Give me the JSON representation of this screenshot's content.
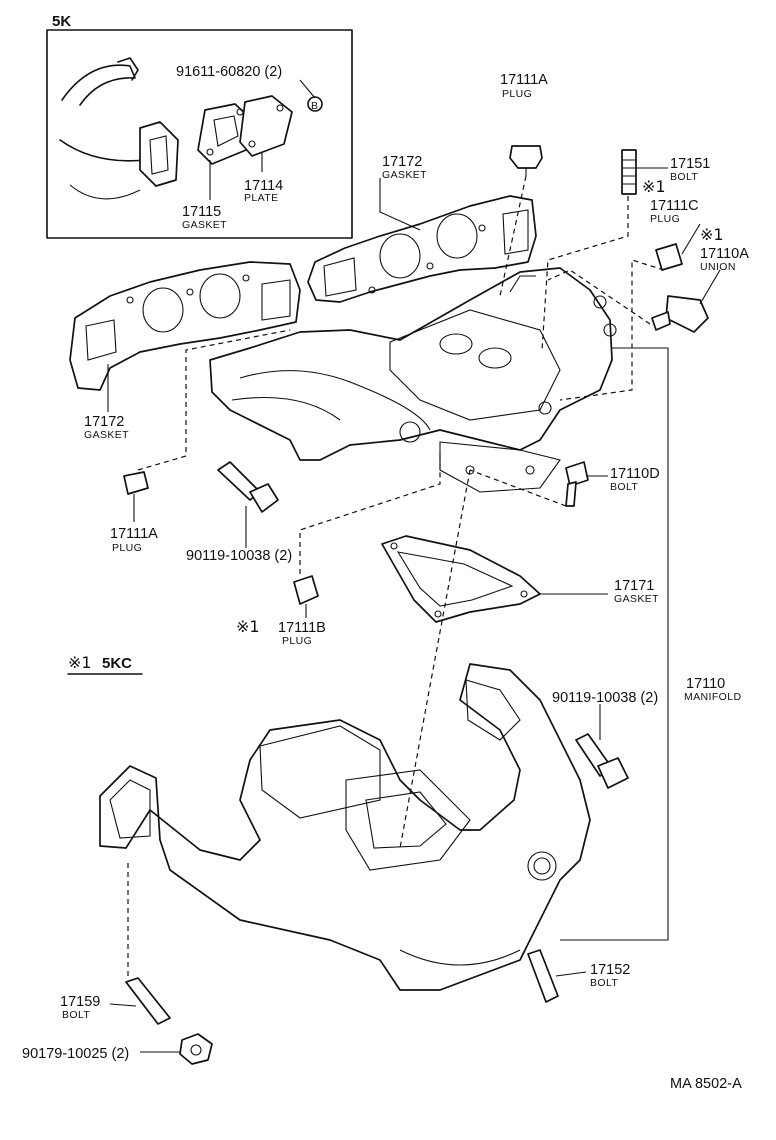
{
  "inset": {
    "title": "5K"
  },
  "variant_label": {
    "mark": "※1",
    "text": "5KC"
  },
  "callouts": [
    {
      "id": "c-91611",
      "number": "91611-60820 (2)",
      "name": ""
    },
    {
      "id": "c-17114",
      "number": "17114",
      "name": "PLATE"
    },
    {
      "id": "c-17115",
      "number": "17115",
      "name": "GASKET"
    },
    {
      "id": "c-17111a-top",
      "number": "17111A",
      "name": "PLUG"
    },
    {
      "id": "c-17172-top",
      "number": "17172",
      "name": "GASKET"
    },
    {
      "id": "c-17151",
      "number": "17151",
      "name": "BOLT"
    },
    {
      "id": "c-17111c",
      "number": "17111C",
      "name": "PLUG",
      "mark": "※1"
    },
    {
      "id": "c-17110a",
      "number": "17110A",
      "name": "UNION",
      "mark": "※1"
    },
    {
      "id": "c-17172-left",
      "number": "17172",
      "name": "GASKET"
    },
    {
      "id": "c-17110d",
      "number": "17110D",
      "name": "BOLT"
    },
    {
      "id": "c-17111a-left",
      "number": "17111A",
      "name": "PLUG"
    },
    {
      "id": "c-90119-upper",
      "number": "90119-10038 (2)",
      "name": ""
    },
    {
      "id": "c-17111b",
      "number": "17111B",
      "name": "PLUG",
      "mark": "※1"
    },
    {
      "id": "c-17171",
      "number": "17171",
      "name": "GASKET"
    },
    {
      "id": "c-17110",
      "number": "17110",
      "name": "MANIFOLD"
    },
    {
      "id": "c-90119-lower",
      "number": "90119-10038 (2)",
      "name": ""
    },
    {
      "id": "c-17152",
      "number": "17152",
      "name": "BOLT"
    },
    {
      "id": "c-17159",
      "number": "17159",
      "name": "BOLT"
    },
    {
      "id": "c-90179",
      "number": "90179-10025 (2)",
      "name": ""
    }
  ],
  "marker_b": "B",
  "footer": {
    "code": "MA  8502-A"
  }
}
